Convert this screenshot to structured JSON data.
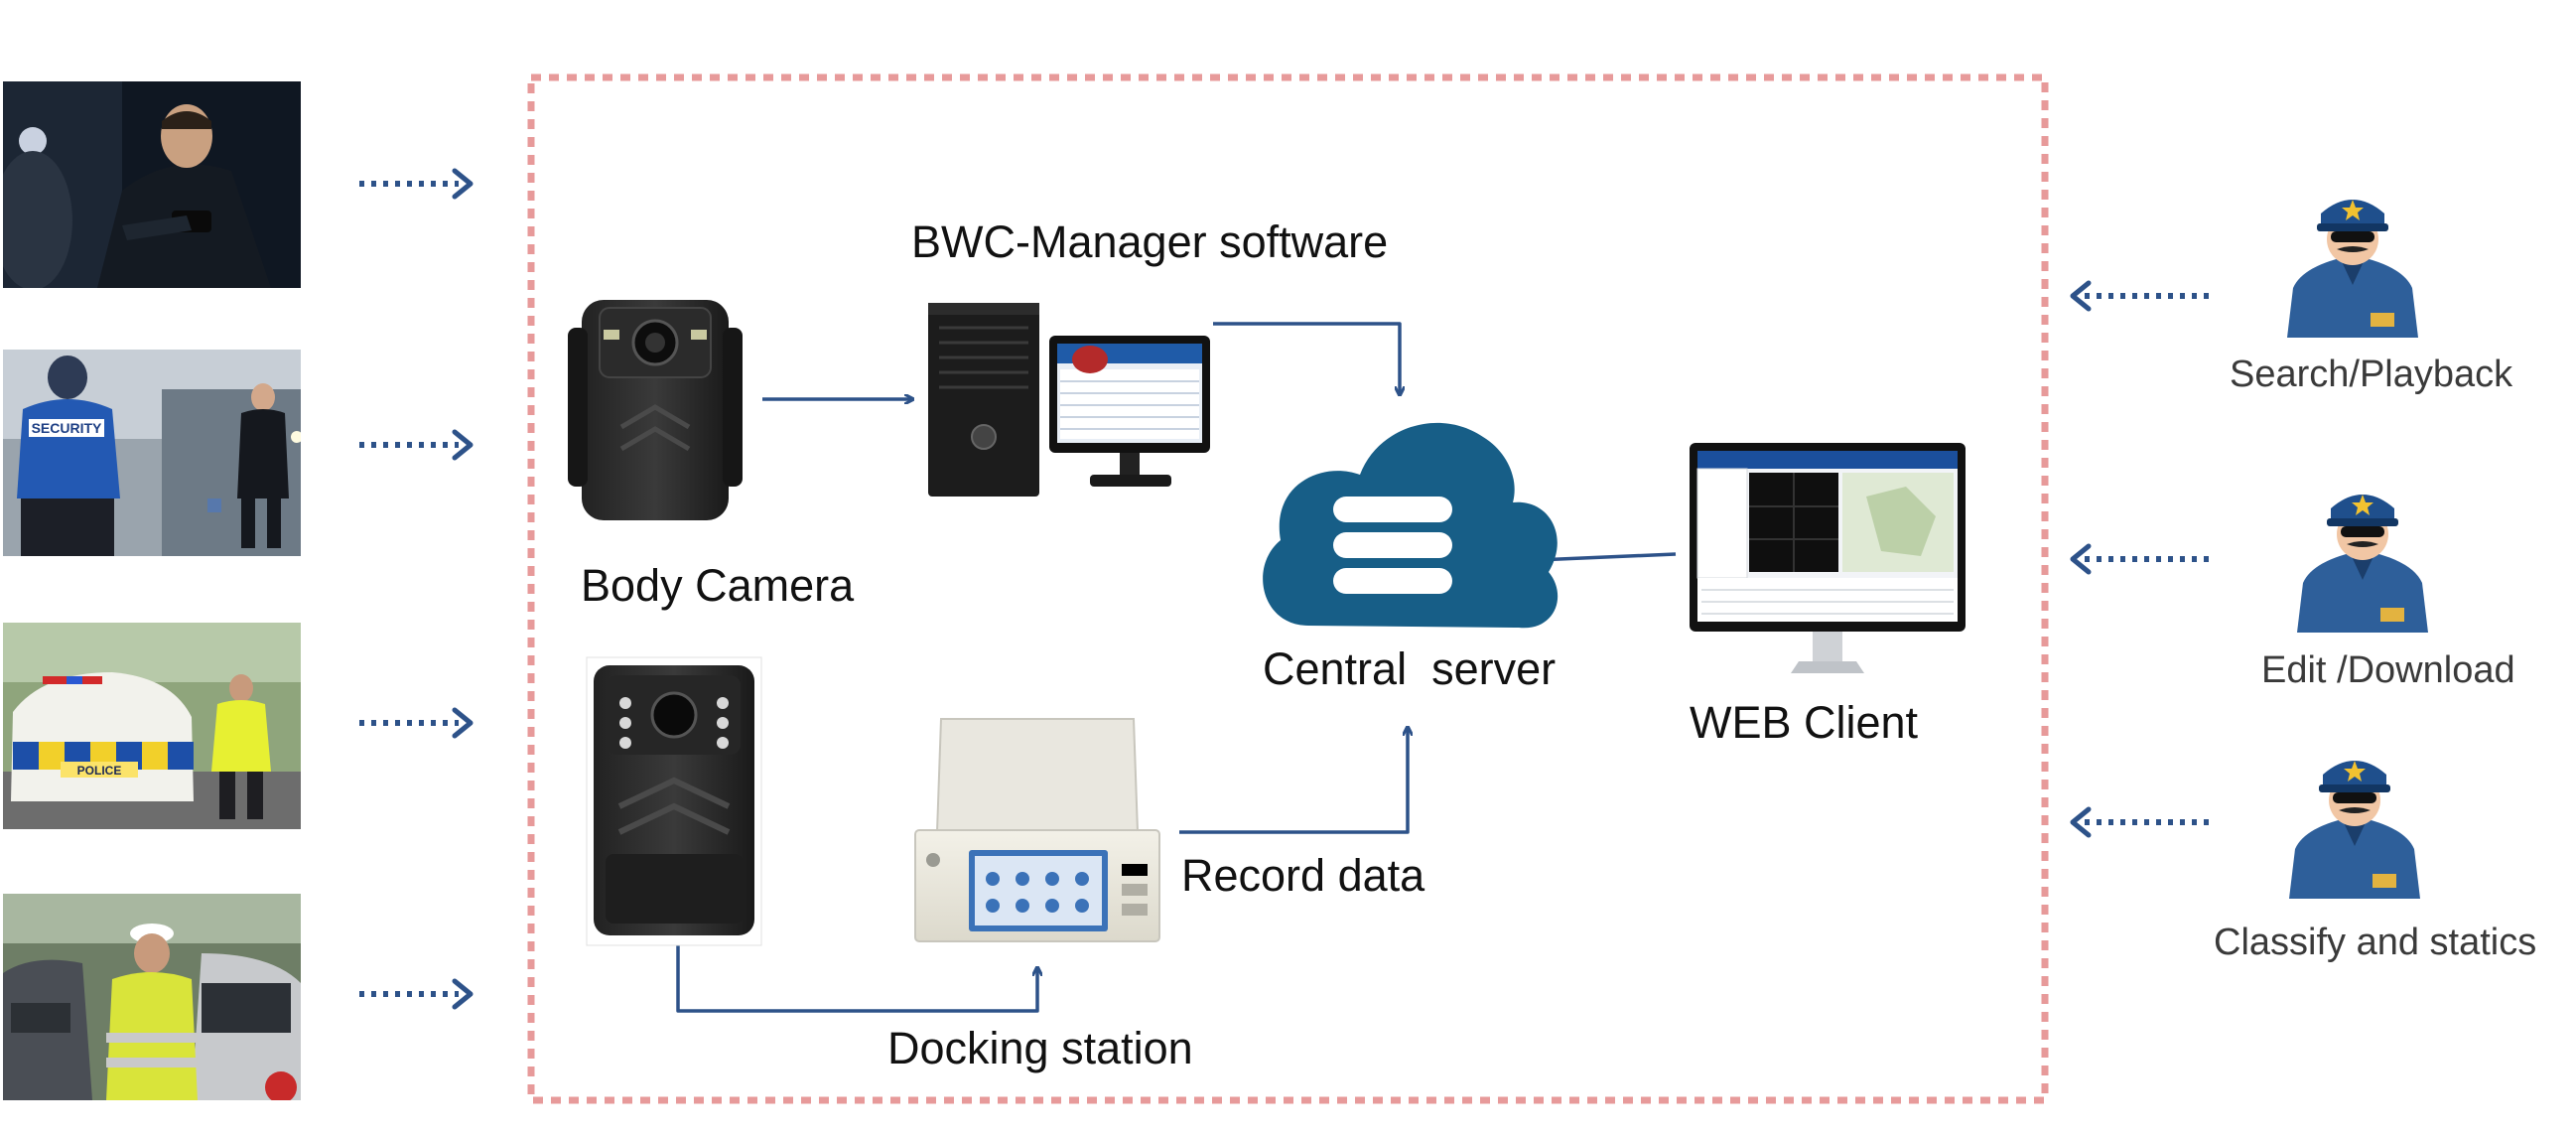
{
  "labels": {
    "bwc_manager": "BWC-Manager software",
    "body_camera": "Body Camera",
    "central_server": "Central  server",
    "web_client": "WEB Client",
    "record_data": "Record data",
    "docking_station": "Docking station"
  },
  "officers": [
    {
      "label": "Search/Playback"
    },
    {
      "label": "Edit /Download"
    },
    {
      "label": "Classify and statics"
    }
  ],
  "photos": [
    {
      "label": ""
    },
    {
      "label": "SECURITY"
    },
    {
      "label": "POLICE"
    },
    {
      "label": ""
    }
  ],
  "colors": {
    "arrow": "#2d5289",
    "dashed_border": "#e79a9a",
    "cloud": "#175e87",
    "officer_uniform": "#2e5f9a"
  },
  "icons": {
    "cloud": "cloud-database-icon",
    "body_camera": "body-camera-device",
    "pc": "desktop-pc-icon",
    "docking": "docking-station-device",
    "web_monitor": "imac-monitor-icon",
    "officer": "police-officer-avatar"
  }
}
